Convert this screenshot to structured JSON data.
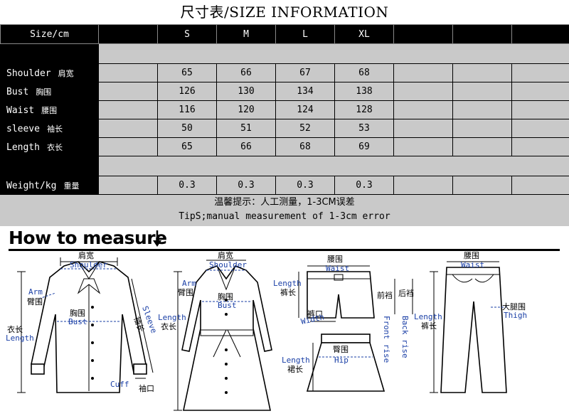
{
  "title": "尺寸表/SIZE INFORMATION",
  "table": {
    "header_label": "Size/cm",
    "sizes": [
      "S",
      "M",
      "L",
      "XL"
    ],
    "rows": [
      {
        "en": "Shoulder",
        "cn": "肩宽",
        "values": [
          "65",
          "66",
          "67",
          "68"
        ]
      },
      {
        "en": "Bust",
        "cn": "胸围",
        "values": [
          "126",
          "130",
          "134",
          "138"
        ]
      },
      {
        "en": "Waist",
        "cn": "腰围",
        "values": [
          "116",
          "120",
          "124",
          "128"
        ]
      },
      {
        "en": "sleeve",
        "cn": "袖长",
        "values": [
          "50",
          "51",
          "52",
          "53"
        ]
      },
      {
        "en": "Length",
        "cn": "衣长",
        "values": [
          "65",
          "66",
          "68",
          "69"
        ]
      }
    ],
    "weight": {
      "en": "Weight/kg",
      "cn": "重量",
      "values": [
        "0.3",
        "0.3",
        "0.3",
        "0.3"
      ]
    }
  },
  "tips": {
    "cn": "温馨提示：人工测量，1-3CM误差",
    "en": "TipS;manual measurement of 1-3cm error"
  },
  "how_to_measure": "How to measure",
  "labels": {
    "shirt_shoulder_cn": "肩宽",
    "shirt_shoulder_en": "Shoulder",
    "shirt_arm_en": "Arm",
    "shirt_arm_cn": "臂围",
    "shirt_bust_cn": "胸围",
    "shirt_bust_en": "Bust",
    "shirt_length_cn": "衣长",
    "shirt_length_en": "Length",
    "shirt_sleeve_en": "Sleeve",
    "shirt_sleeve_cn": "袖长",
    "shirt_cuff_en": "Cuff",
    "shirt_cuff_cn": "袖口",
    "coat_shoulder_cn": "肩宽",
    "coat_shoulder_en": "Shoulder",
    "coat_arm_en": "Arm",
    "coat_arm_cn": "臂围",
    "coat_bust_cn": "胸围",
    "coat_bust_en": "Bust",
    "coat_length_en": "Length",
    "coat_length_cn": "衣长",
    "shorts_waist_cn": "腰围",
    "shorts_waist_en": "Waist",
    "shorts_length_en": "Length",
    "shorts_length_cn": "裤长",
    "shorts_hem_cn": "裤口",
    "shorts_hem_en": "Width",
    "shorts_front_cn": "前裆",
    "shorts_back_cn": "后裆",
    "front_rise_en": "Front rise",
    "back_rise_en": "Back rise",
    "skirt_hip_cn": "臀围",
    "skirt_hip_en": "Hip",
    "skirt_length_en": "Length",
    "skirt_length_cn": "裙长",
    "pants_waist_cn": "腰围",
    "pants_waist_en": "Waist",
    "pants_thigh_cn": "大腿围",
    "pants_thigh_en": "Thigh",
    "pants_length_en": "Length",
    "pants_length_cn": "裤长"
  }
}
